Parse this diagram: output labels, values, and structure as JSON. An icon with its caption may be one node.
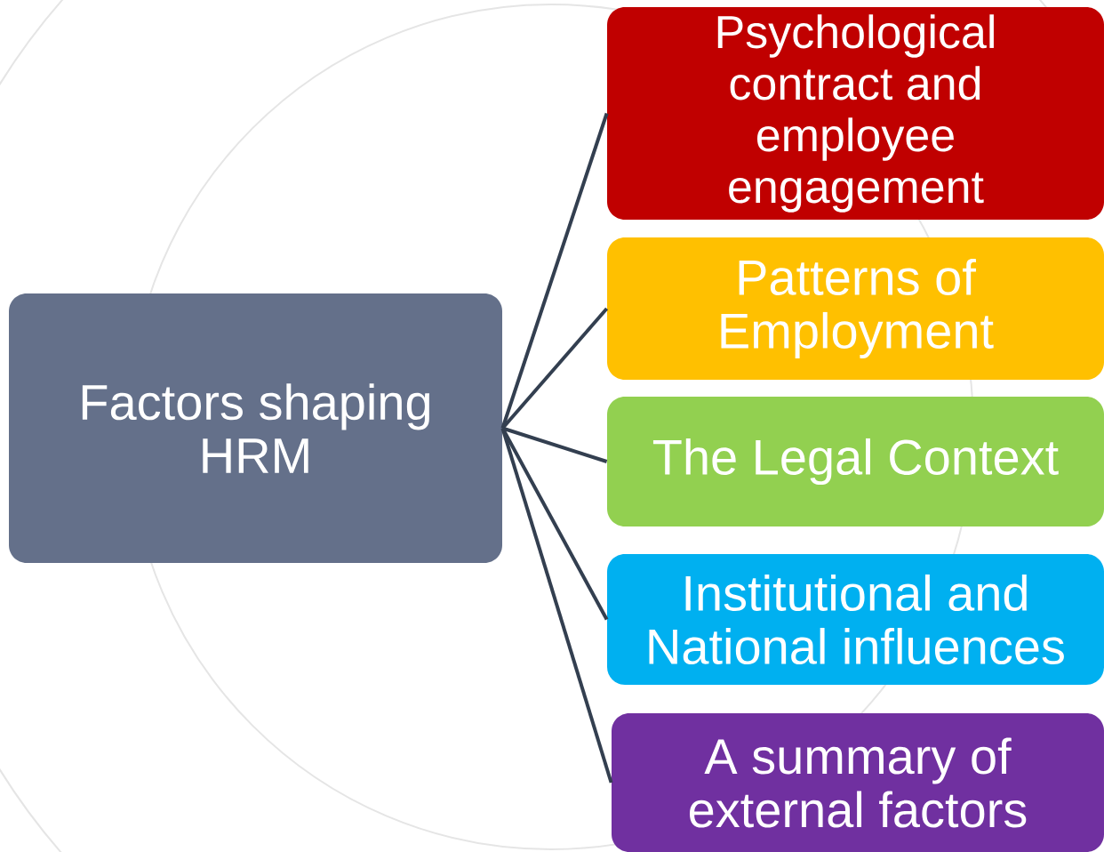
{
  "diagram": {
    "nodes": [
      {
        "text": [
          "Factors shaping HRM"
        ]
      },
      {
        "text": [
          "Psychological contract and employee engagement"
        ]
      },
      {
        "text": [
          "Patterns of Employment"
        ]
      },
      {
        "text": [
          "The Legal Context"
        ]
      },
      {
        "text": [
          "Institutional and National influences"
        ]
      },
      {
        "text": [
          "A summary of external factors"
        ]
      }
    ],
    "edges": [
      {
        "from": 0,
        "to": 1,
        "arrow": "none"
      },
      {
        "from": 0,
        "to": 2,
        "arrow": "none"
      },
      {
        "from": 0,
        "to": 3,
        "arrow": "none"
      },
      {
        "from": 0,
        "to": 4,
        "arrow": "none"
      },
      {
        "from": 0,
        "to": 5,
        "arrow": "none"
      }
    ]
  }
}
